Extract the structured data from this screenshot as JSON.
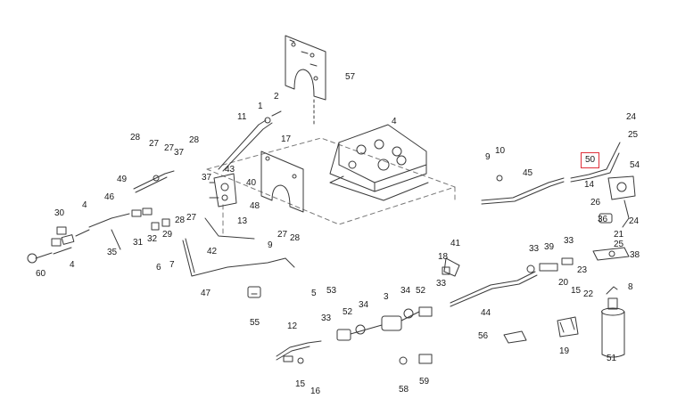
{
  "highlight_color": "#e0303a",
  "callouts": [
    {
      "id": "c1",
      "text": "1"
    },
    {
      "id": "c2",
      "text": "2"
    },
    {
      "id": "c3",
      "text": "3"
    },
    {
      "id": "c4a",
      "text": "4"
    },
    {
      "id": "c4b",
      "text": "4"
    },
    {
      "id": "c4c",
      "text": "4"
    },
    {
      "id": "c5",
      "text": "5"
    },
    {
      "id": "c6",
      "text": "6"
    },
    {
      "id": "c7",
      "text": "7"
    },
    {
      "id": "c8",
      "text": "8"
    },
    {
      "id": "c9a",
      "text": "9"
    },
    {
      "id": "c9b",
      "text": "9"
    },
    {
      "id": "c10",
      "text": "10"
    },
    {
      "id": "c11",
      "text": "11"
    },
    {
      "id": "c12",
      "text": "12"
    },
    {
      "id": "c13",
      "text": "13"
    },
    {
      "id": "c14",
      "text": "14"
    },
    {
      "id": "c15a",
      "text": "15"
    },
    {
      "id": "c15b",
      "text": "15"
    },
    {
      "id": "c16",
      "text": "16"
    },
    {
      "id": "c17",
      "text": "17"
    },
    {
      "id": "c18",
      "text": "18"
    },
    {
      "id": "c19",
      "text": "19"
    },
    {
      "id": "c20",
      "text": "20"
    },
    {
      "id": "c21",
      "text": "21"
    },
    {
      "id": "c22",
      "text": "22"
    },
    {
      "id": "c23",
      "text": "23"
    },
    {
      "id": "c24a",
      "text": "24"
    },
    {
      "id": "c24b",
      "text": "24"
    },
    {
      "id": "c25a",
      "text": "25"
    },
    {
      "id": "c25b",
      "text": "25"
    },
    {
      "id": "c26",
      "text": "26"
    },
    {
      "id": "c27a",
      "text": "27"
    },
    {
      "id": "c27b",
      "text": "27"
    },
    {
      "id": "c27c",
      "text": "27"
    },
    {
      "id": "c27d",
      "text": "27"
    },
    {
      "id": "c28a",
      "text": "28"
    },
    {
      "id": "c28b",
      "text": "28"
    },
    {
      "id": "c28c",
      "text": "28"
    },
    {
      "id": "c28d",
      "text": "28"
    },
    {
      "id": "c29",
      "text": "29"
    },
    {
      "id": "c30",
      "text": "30"
    },
    {
      "id": "c31",
      "text": "31"
    },
    {
      "id": "c32",
      "text": "32"
    },
    {
      "id": "c33a",
      "text": "33"
    },
    {
      "id": "c33b",
      "text": "33"
    },
    {
      "id": "c33c",
      "text": "33"
    },
    {
      "id": "c33d",
      "text": "33"
    },
    {
      "id": "c34a",
      "text": "34"
    },
    {
      "id": "c34b",
      "text": "34"
    },
    {
      "id": "c35",
      "text": "35"
    },
    {
      "id": "c36",
      "text": "36"
    },
    {
      "id": "c37a",
      "text": "37"
    },
    {
      "id": "c37b",
      "text": "37"
    },
    {
      "id": "c38",
      "text": "38"
    },
    {
      "id": "c39",
      "text": "39"
    },
    {
      "id": "c40",
      "text": "40"
    },
    {
      "id": "c41",
      "text": "41"
    },
    {
      "id": "c42",
      "text": "42"
    },
    {
      "id": "c43",
      "text": "43"
    },
    {
      "id": "c44",
      "text": "44"
    },
    {
      "id": "c45",
      "text": "45"
    },
    {
      "id": "c46",
      "text": "46"
    },
    {
      "id": "c47",
      "text": "47"
    },
    {
      "id": "c48",
      "text": "48"
    },
    {
      "id": "c49",
      "text": "49"
    },
    {
      "id": "c50",
      "text": "50"
    },
    {
      "id": "c51",
      "text": "51"
    },
    {
      "id": "c52a",
      "text": "52"
    },
    {
      "id": "c52b",
      "text": "52"
    },
    {
      "id": "c53",
      "text": "53"
    },
    {
      "id": "c54",
      "text": "54"
    },
    {
      "id": "c55",
      "text": "55"
    },
    {
      "id": "c56",
      "text": "56"
    },
    {
      "id": "c57",
      "text": "57"
    },
    {
      "id": "c58",
      "text": "58"
    },
    {
      "id": "c59",
      "text": "59"
    },
    {
      "id": "c60",
      "text": "60"
    }
  ]
}
